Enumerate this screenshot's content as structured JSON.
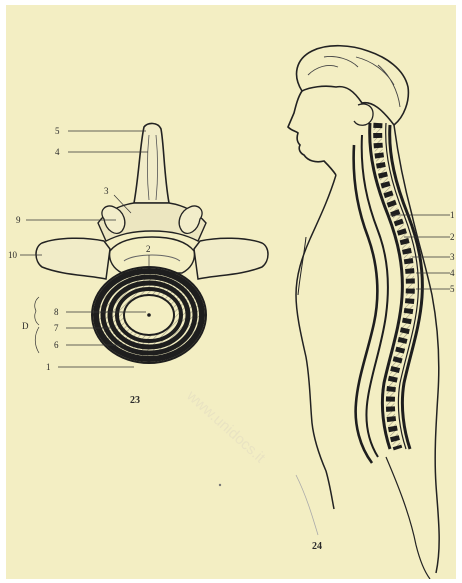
{
  "figure23": {
    "caption": "23",
    "labels": [
      "5",
      "4",
      "3",
      "9",
      "10",
      "2",
      "8",
      "7",
      "6",
      "1"
    ],
    "bracket_label": "D"
  },
  "figure24": {
    "caption": "24",
    "labels": [
      "1",
      "2",
      "3",
      "4",
      "5"
    ]
  },
  "watermark": "www.unidocs.it",
  "colors": {
    "paper": "#f3eec3",
    "ink": "#1e1e1e",
    "hatch": "#b8b49a"
  }
}
